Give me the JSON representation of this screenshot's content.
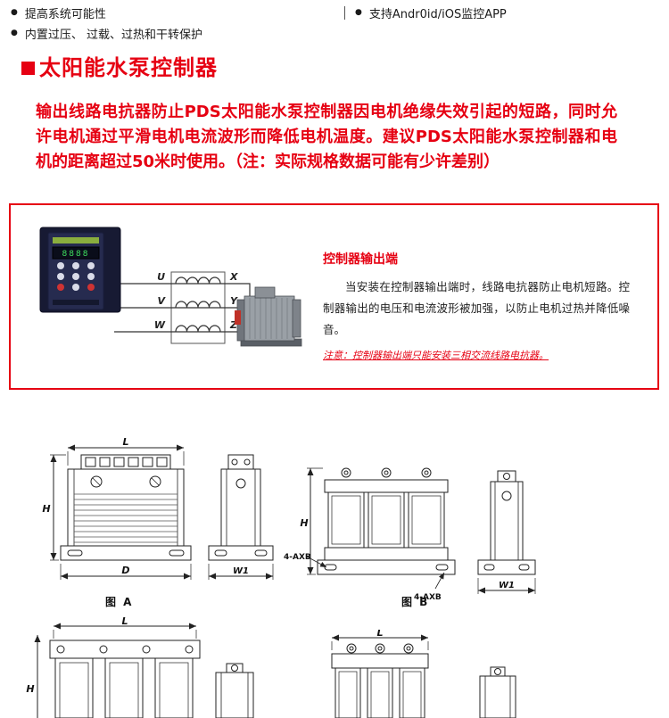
{
  "features": {
    "bullet": "●",
    "left": [
      "提高系统可能性",
      "内置过压、 过载、过热和干转保护"
    ],
    "right": [
      "支持Andr0id/iOS监控APP"
    ]
  },
  "section": {
    "title": "太阳能水泵控制器",
    "description": "输出线路电抗器防止PDS太阳能水泵控制器因电机绝缘失效引起的短路，同时允许电机通过平滑电机电流波形而降低电机温度。建议PDS太阳能水泵控制器和电机的距离超过50米时使用。（注：实际规格数据可能有少许差别）"
  },
  "info_box": {
    "inverter_display": "8888",
    "wiring": {
      "input_labels": [
        "U",
        "V",
        "W"
      ],
      "output_labels": [
        "X",
        "Y",
        "Z"
      ]
    },
    "output_block": {
      "title": "控制器输出端",
      "body": "当安装在控制器输出端时，线路电抗器防止电机短路。控制器输出的电压和电流波形被加强，以防止电机过热并降低噪音。",
      "note": "注意：控制器输出端只能安装三相交流线路电抗器。"
    }
  },
  "diagrams": {
    "figure_a": {
      "caption": "图 A",
      "dims": {
        "L": "L",
        "H": "H",
        "D": "D",
        "W1": "W1"
      }
    },
    "figure_b": {
      "caption": "图 B",
      "dims": {
        "H": "H",
        "W1": "W1",
        "bolt": "4-AXB"
      }
    },
    "figure_c": {
      "dims": {
        "L": "L",
        "H": "H"
      }
    }
  },
  "colors": {
    "accent": "#e60012"
  }
}
